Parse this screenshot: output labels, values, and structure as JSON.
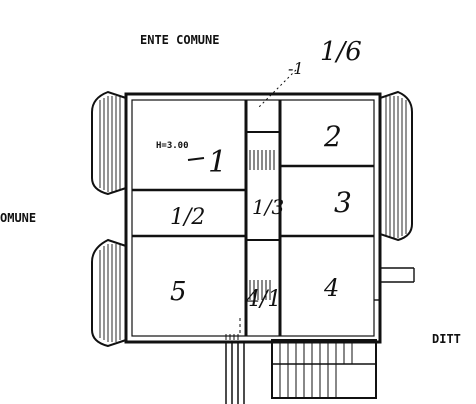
{
  "labels": {
    "top_neighbor": "ENTE COMUNE",
    "left_neighbor": "OMUNE",
    "right_neighbor": "DITT"
  },
  "annotations": {
    "height_note": "H=3.00",
    "subalterno_top": "1/6",
    "dash_mark": "-1",
    "room_1": "1",
    "room_2": "2",
    "room_3": "3",
    "room_4": "4",
    "room_5": "5",
    "corridor": "1/3",
    "bath": "1/2",
    "stair_landing": "4/1"
  }
}
